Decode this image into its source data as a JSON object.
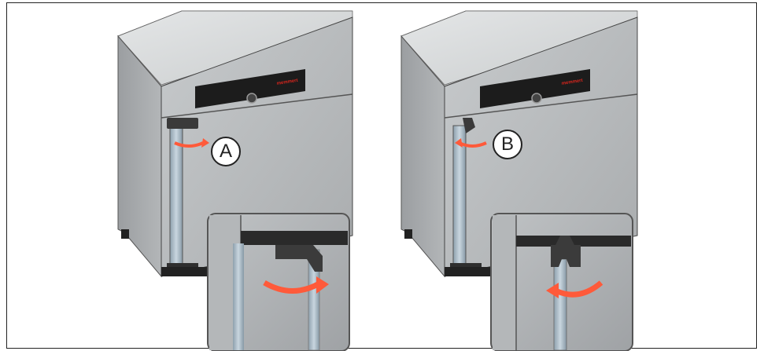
{
  "figures": [
    {
      "label": "A",
      "brand": "memmert",
      "door_action": "open-door-rotate-handle"
    },
    {
      "label": "B",
      "brand": "memmert",
      "door_action": "close-door-rotate-handle"
    }
  ],
  "colors": {
    "arrow": "#ff5a3a",
    "cabinet_front": "#b9bcbe",
    "cabinet_side": "#a4a7aa",
    "cabinet_top": "#d8dadb",
    "panel": "#1c1c1c",
    "brand": "#d9251c"
  }
}
